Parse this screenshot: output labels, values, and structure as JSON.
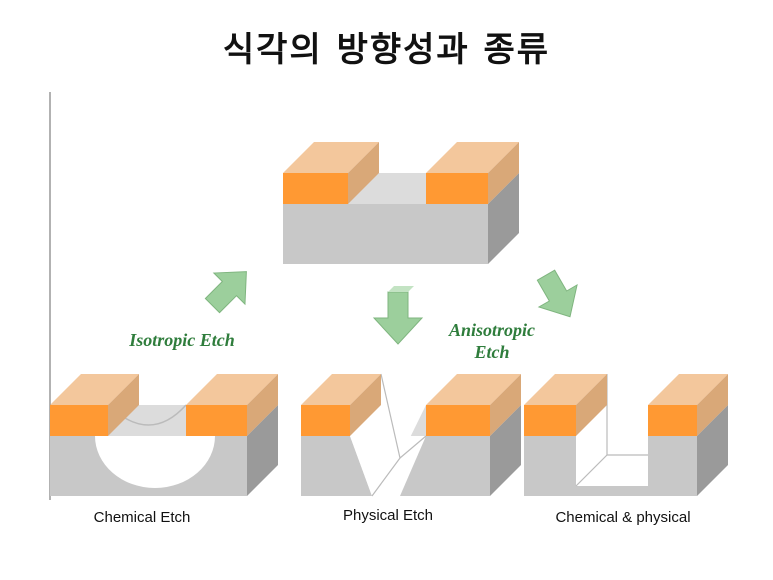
{
  "title": "식각의 방향성과 종류",
  "labels": {
    "isotropic": "Isotropic Etch",
    "anisotropic_line1": "Anisotropic",
    "anisotropic_line2": "Etch"
  },
  "captions": {
    "chemical": "Chemical Etch",
    "physical": "Physical Etch",
    "combined": "Chemical & physical"
  },
  "colors": {
    "substrate_front": "#c8c8c8",
    "substrate_side": "#9a9a9a",
    "mask_front": "#ff9933",
    "mask_top": "#f3c79c",
    "mask_side": "#d9a878",
    "arrow": "#9ccf9c",
    "label_green": "#2f7d3c"
  }
}
